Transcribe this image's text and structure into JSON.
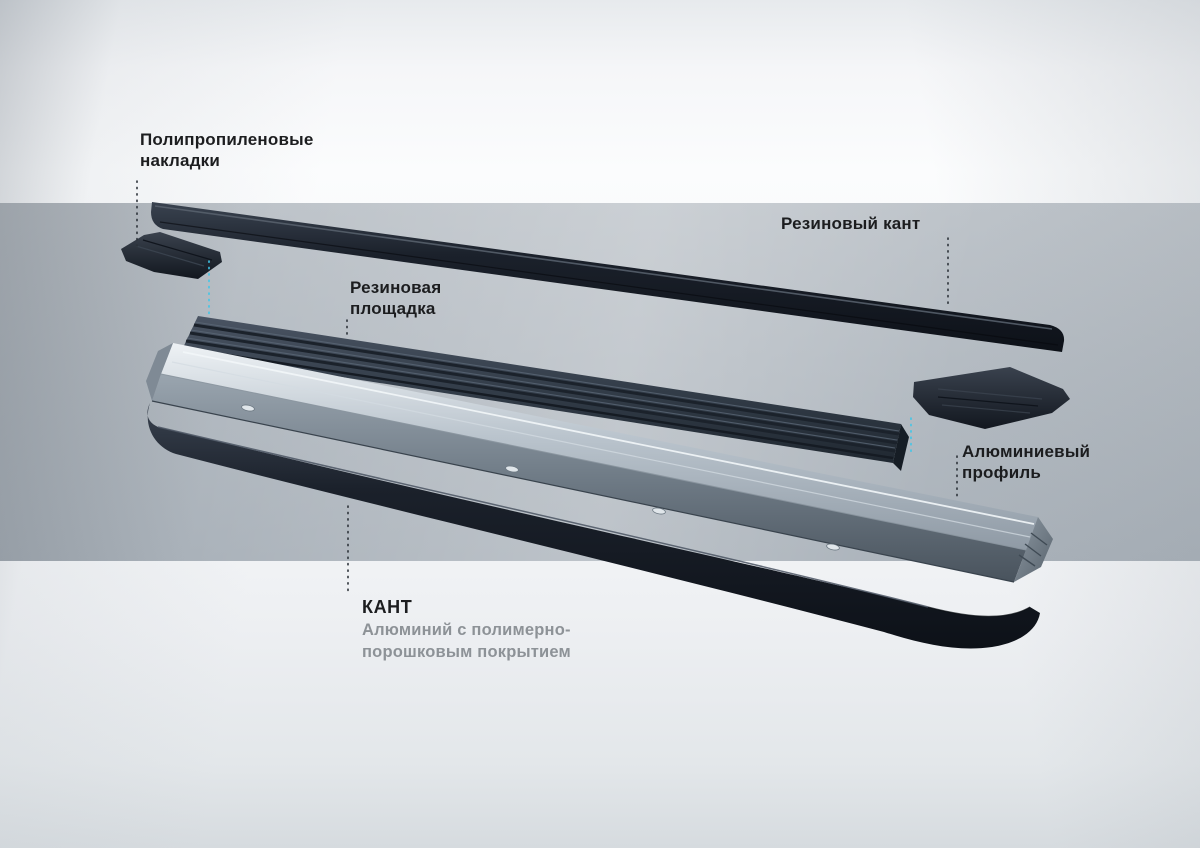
{
  "labels": {
    "pp_pads": {
      "line1": "Полипропиленовые",
      "line2": "накладки"
    },
    "rubber_edge": {
      "text": "Резиновый кант"
    },
    "rubber_platform": {
      "line1": "Резиновая",
      "line2": "площадка"
    },
    "aluminum_profile": {
      "line1": "Алюминиевый",
      "line2": "профиль"
    },
    "kant": {
      "title": "КАНТ",
      "subtitle_line1": "Алюминий с полимерно-",
      "subtitle_line2": "порошковым покрытием"
    }
  },
  "colors": {
    "text": "#1c1d1f",
    "subtitle": "#8d9297",
    "accent_cyan": "#3fc6e8",
    "callout": "#2b3138",
    "band": "#b3bac1",
    "part_dark": "#141a23",
    "metal": "#b9c2cb"
  }
}
